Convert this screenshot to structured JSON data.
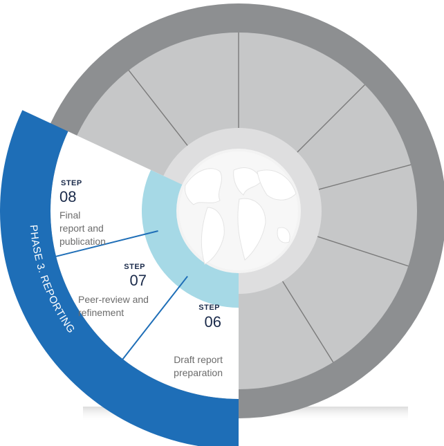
{
  "colors": {
    "outer_ring": "#8d8f91",
    "inner_sector": "#c6c7c8",
    "hub_ring": "#dededf",
    "hub_center": "#f3f3f3",
    "active_hub_arc": "#a6d9e6",
    "phase_band": "#1e6eb7",
    "active_sector": "#ffffff",
    "divider": "#7a7a7a",
    "step_text": "#1a2a4a",
    "desc_text": "#6b6b6b"
  },
  "globe": {
    "icon": "globe-icon"
  },
  "phase": {
    "label": "PHASE 3. REPORTING"
  },
  "steps": [
    {
      "kicker": "STEP",
      "number": "08",
      "lines": [
        "Final",
        "report and",
        "publication"
      ]
    },
    {
      "kicker": "STEP",
      "number": "07",
      "lines": [
        "Peer-review and",
        "refinement"
      ]
    },
    {
      "kicker": "STEP",
      "number": "06",
      "lines": [
        "Draft report",
        "preparation"
      ]
    }
  ]
}
